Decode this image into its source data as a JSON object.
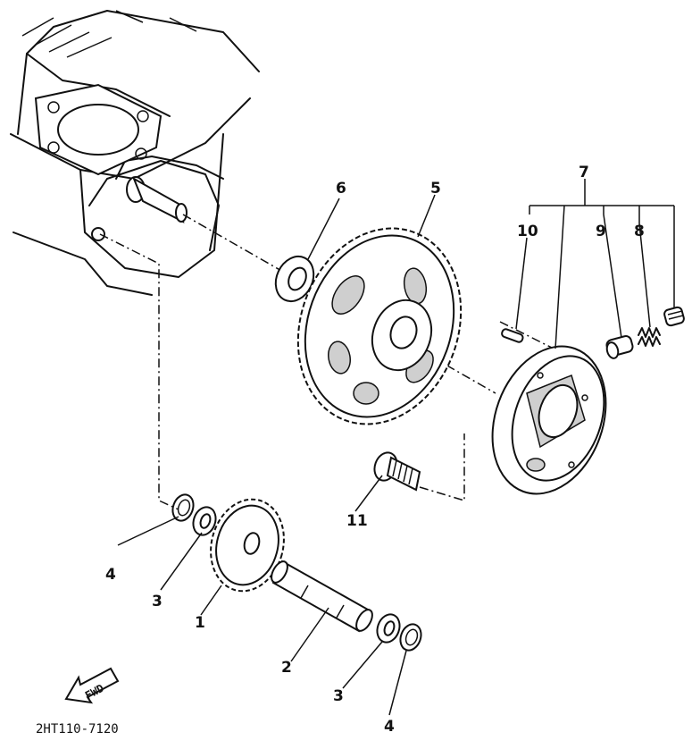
{
  "diagram_code": "2HT110-7120",
  "fwd_label": "FWD",
  "callouts": {
    "c1": "1",
    "c2": "2",
    "c3a": "3",
    "c3b": "3",
    "c4a": "4",
    "c4b": "4",
    "c5": "5",
    "c6": "6",
    "c7": "7",
    "c8": "8",
    "c9": "9",
    "c10": "10",
    "c11": "11"
  }
}
